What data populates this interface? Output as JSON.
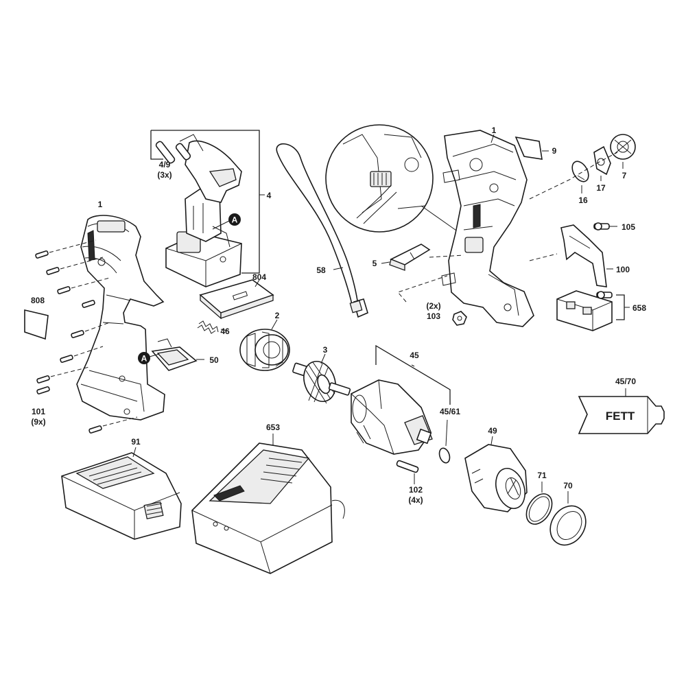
{
  "labels": {
    "l_1_left": "1",
    "l_49_804": "4/9",
    "l_3x": "(3x)",
    "l_4": "4",
    "l_808": "808",
    "l_804": "804",
    "l_2": "2",
    "l_46": "46",
    "l_3": "3",
    "l_50": "50",
    "l_101": "101",
    "l_9x": "(9x)",
    "l_91": "91",
    "l_653": "653",
    "l_58": "58",
    "l_5": "5",
    "l_1_right": "1",
    "l_9": "9",
    "l_7": "7",
    "l_17": "17",
    "l_16": "16",
    "l_105": "105",
    "l_100": "100",
    "l_658": "658",
    "l_2x": "(2x)",
    "l_103": "103",
    "l_45": "45",
    "l_45_61": "45/61",
    "l_45_70": "45/70",
    "l_49": "49",
    "l_71": "71",
    "l_70": "70",
    "l_102": "102",
    "l_4x": "(4x)",
    "marker_a1": "A",
    "marker_a2": "A",
    "fett": "FETT"
  }
}
